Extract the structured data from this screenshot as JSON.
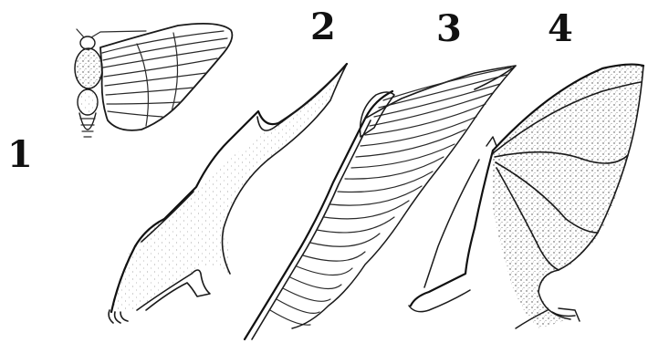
{
  "labels": {
    "insect": "1",
    "pterosaur": "2",
    "bird": "3",
    "bat": "4"
  },
  "colors": {
    "ink": "#1a1a1a",
    "background": "#ffffff"
  }
}
